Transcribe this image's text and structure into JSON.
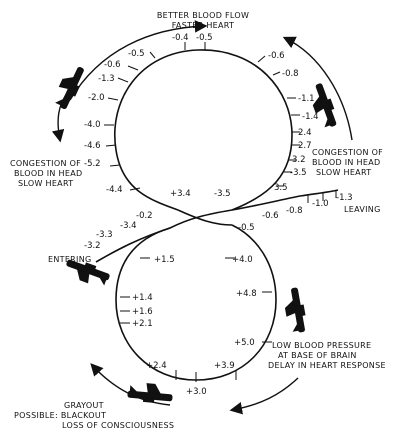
{
  "captions": {
    "top_1": "BETTER BLOOD FLOW",
    "top_2": "FASTER HEART",
    "left_1": "CONGESTION OF",
    "left_2": "BLOOD IN HEAD",
    "left_3": "SLOW HEART",
    "right_1": "CONGESTION OF",
    "right_2": "BLOOD IN HEAD",
    "right_3": "SLOW HEART",
    "leaving": "LEAVING",
    "entering": "ENTERING",
    "low_1": "LOW BLOOD PRESSURE",
    "low_2": "AT BASE OF BRAIN",
    "low_3": "DELAY IN HEART RESPONSE",
    "gray_1": "GRAYOUT",
    "gray_2": "POSSIBLE: BLACKOUT",
    "gray_3": "LOSS OF CONSCIOUSNESS"
  },
  "g_values": {
    "top_a": "-0.4",
    "top_b": "-0.5",
    "ul_1": "-0.5",
    "ul_2": "-0.6",
    "ul_3": "-1.3",
    "ul_4": "-2.0",
    "ul_5": "-4.0",
    "ul_6": "-4.6",
    "ul_7": "-5.2",
    "ul_8": "-4.4",
    "ur_1": "-0.6",
    "ur_2": "-0.8",
    "ur_3": "-1.1",
    "ur_4": "-1.4",
    "ur_5": "2.4",
    "ur_6": "2.7",
    "ur_7": "3.2",
    "ur_8": "-3.5",
    "ur_9": "3.5",
    "mid_1": "+3.4",
    "mid_2": "-3.5",
    "lv_1": "-0.6",
    "lv_2": "-0.8",
    "lv_3": "-1.0",
    "lv_4": "-1.3",
    "x_1": "-0.2",
    "x_2": "-3.4",
    "x_3": "-3.3",
    "x_4": "-3.2",
    "x_5": "-0.5",
    "ll_1": "+1.5",
    "ll_2": "+1.4",
    "ll_3": "+1.6",
    "ll_4": "+2.1",
    "lr_1": "+4.0",
    "lr_2": "+4.8",
    "lr_3": "+5.0",
    "bot_1": "+2.4",
    "bot_2": "+3.9",
    "bot_3": "+3.0"
  }
}
